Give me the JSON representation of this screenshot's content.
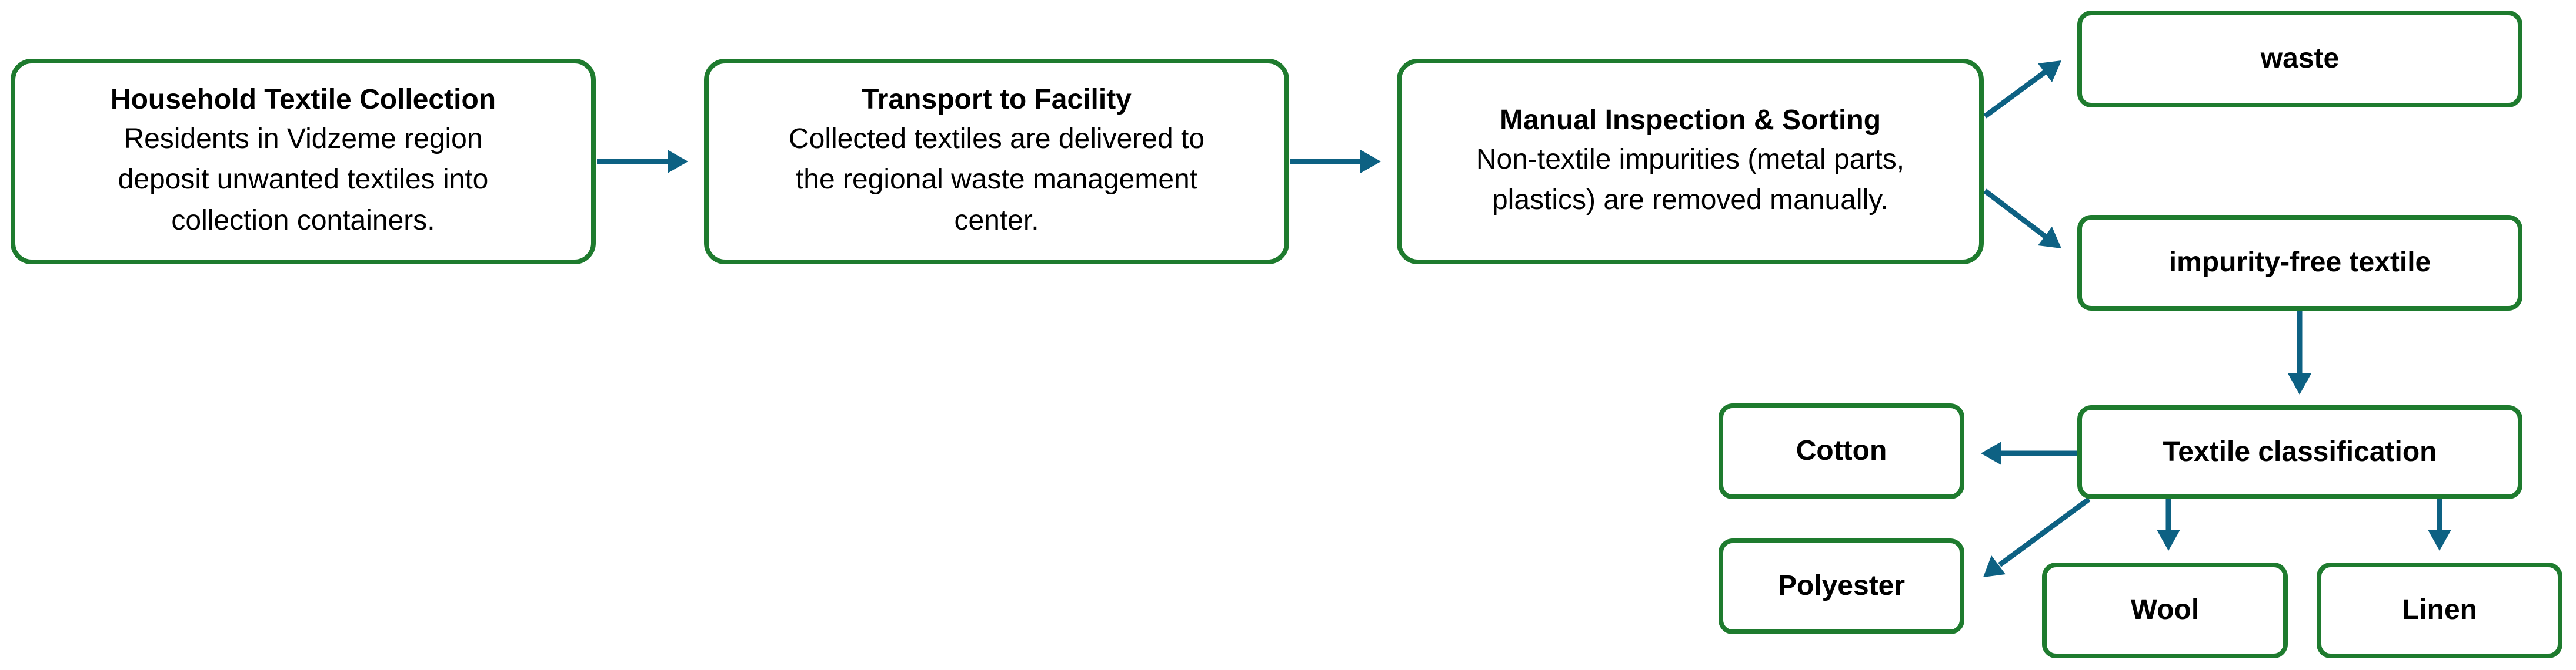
{
  "steps": {
    "collection": {
      "title": "Household Textile Collection",
      "desc": [
        "Residents in Vidzeme region",
        "deposit unwanted textiles into",
        "collection containers."
      ]
    },
    "transport": {
      "title": "Transport to Facility",
      "desc": [
        "Collected textiles are delivered to",
        "the regional waste management",
        "center."
      ]
    },
    "sorting": {
      "title": "Manual Inspection & Sorting",
      "desc": [
        "Non-textile impurities (metal parts,",
        "plastics) are removed manually."
      ]
    }
  },
  "outputs": {
    "waste": "waste",
    "clean": "impurity-free textile",
    "classify": "Textile classification",
    "cotton": "Cotton",
    "polyester": "Polyester",
    "wool": "Wool",
    "linen": "Linen"
  },
  "colors": {
    "box_border": "#1e7b2e",
    "arrow": "#0d6183"
  }
}
